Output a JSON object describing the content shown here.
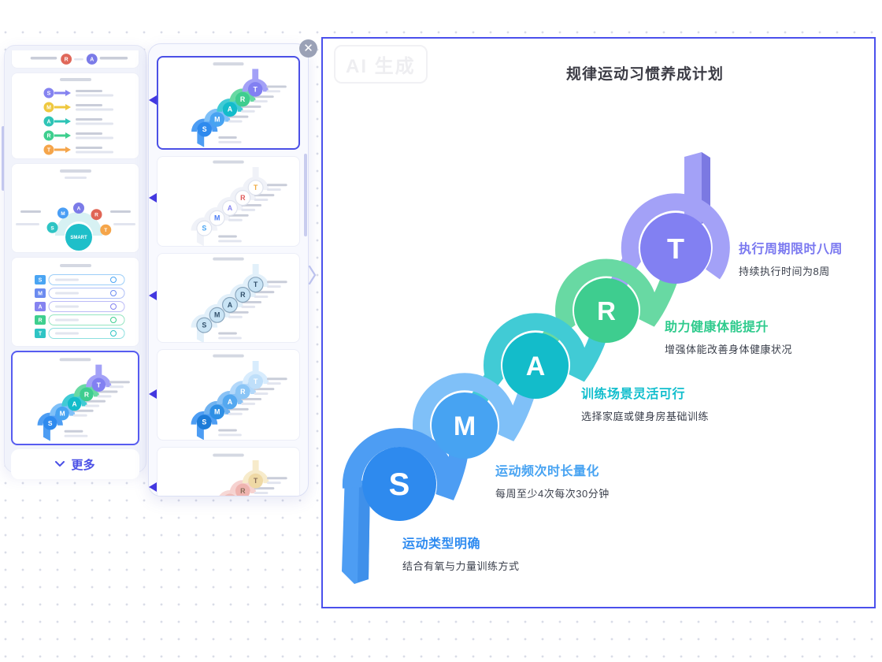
{
  "letters": [
    "S",
    "M",
    "A",
    "R",
    "T"
  ],
  "left_panel": {
    "more_label": "更多",
    "templates": [
      {
        "name": "partial-top",
        "letters": [
          "R",
          "A"
        ],
        "colors": [
          "#E0685A",
          "#7B7BE8"
        ]
      },
      {
        "name": "arrow-list",
        "colors": [
          "#8583F0",
          "#EFC83F",
          "#2EC4B6",
          "#3ECF8E",
          "#F5A54A"
        ]
      },
      {
        "name": "semicircle",
        "center_label": "SMART",
        "colors": [
          "#2EC4C4",
          "#4A9EF5",
          "#7B7BE8",
          "#E06555",
          "#F5A54A"
        ],
        "dome_color": "#D7F1F3",
        "center_color": "#1FBFC9"
      },
      {
        "name": "tag-list",
        "colors": [
          "#4AA5F3",
          "#6B8BF0",
          "#8583F0",
          "#3ECF8E",
          "#2EC4C4"
        ]
      },
      {
        "name": "staircase",
        "style": "solid",
        "selected": true,
        "colors": [
          "#2E8AEE",
          "#47A3F2",
          "#13BCCA",
          "#3ECD8F",
          "#8280F2"
        ],
        "bands": [
          "#4D9DF3",
          "#7FC0F8",
          "#41CBD5",
          "#68D9A3",
          "#A3A1F7"
        ]
      }
    ]
  },
  "right_panel": {
    "templates": [
      {
        "name": "staircase",
        "style": "solid",
        "selected": true,
        "colors": [
          "#2E8AEE",
          "#47A3F2",
          "#13BCCA",
          "#3ECD8F",
          "#8280F2"
        ],
        "bands": [
          "#4D9DF3",
          "#7FC0F8",
          "#41CBD5",
          "#68D9A3",
          "#A3A1F7"
        ]
      },
      {
        "name": "staircase",
        "style": "outline",
        "letter_colors": [
          "#4AA5F3",
          "#4A7BF5",
          "#8583F0",
          "#E05A5A",
          "#EFA93F"
        ]
      },
      {
        "name": "staircase",
        "style": "sketch"
      },
      {
        "name": "staircase",
        "style": "gradient",
        "colors": [
          "#1C7BD8",
          "#2E8FE5",
          "#54A8F0",
          "#8AC5F6",
          "#BFDFFA"
        ],
        "bands": [
          "#4D9DF3",
          "#6FB2F0",
          "#8AC2F5",
          "#B3D8FA",
          "#D8ECFD"
        ]
      },
      {
        "name": "staircase",
        "style": "warm",
        "colors": [
          "#F2CFCB",
          "#F0C4C0",
          "#EFBCB8",
          "#EFB4B0",
          "#EFD9A5"
        ],
        "bands": [
          "#F8E4E2",
          "#F7DEDC",
          "#F6D8D6",
          "#F6D2D0",
          "#F7EBCB"
        ]
      }
    ]
  },
  "canvas": {
    "ai_badge": "AI 生成",
    "title": "规律运动习惯养成计划",
    "border_color": "#4B50EC",
    "text_color": "#3A3F4B",
    "items": [
      {
        "letter": "S",
        "title": "运动类型明确",
        "desc": "结合有氧与力量训练方式",
        "circle": "#2E8AEE",
        "band": "#4D9DF3",
        "pipe_dark": "#3F90EA",
        "label_color": "#2E8BF0"
      },
      {
        "letter": "M",
        "title": "运动频次时长量化",
        "desc": "每周至少4次每次30分钟",
        "circle": "#47A3F2",
        "band": "#7FC0F8",
        "label_color": "#47A3F2"
      },
      {
        "letter": "A",
        "title": "训练场景灵活可行",
        "desc": "选择家庭或健身房基础训练",
        "circle": "#13BCCA",
        "band": "#41CBD5",
        "label_color": "#12BECD"
      },
      {
        "letter": "R",
        "title": "助力健康体能提升",
        "desc": "增强体能改善身体健康状况",
        "circle": "#3ECD8F",
        "band": "#68D9A3",
        "label_color": "#2FCB8D"
      },
      {
        "letter": "T",
        "title": "执行周期限时八周",
        "desc": "持续执行时间为8周",
        "circle": "#8280F2",
        "band": "#A3A1F7",
        "pipe_dark": "#7B79E2",
        "label_color": "#7A78F0"
      }
    ]
  }
}
